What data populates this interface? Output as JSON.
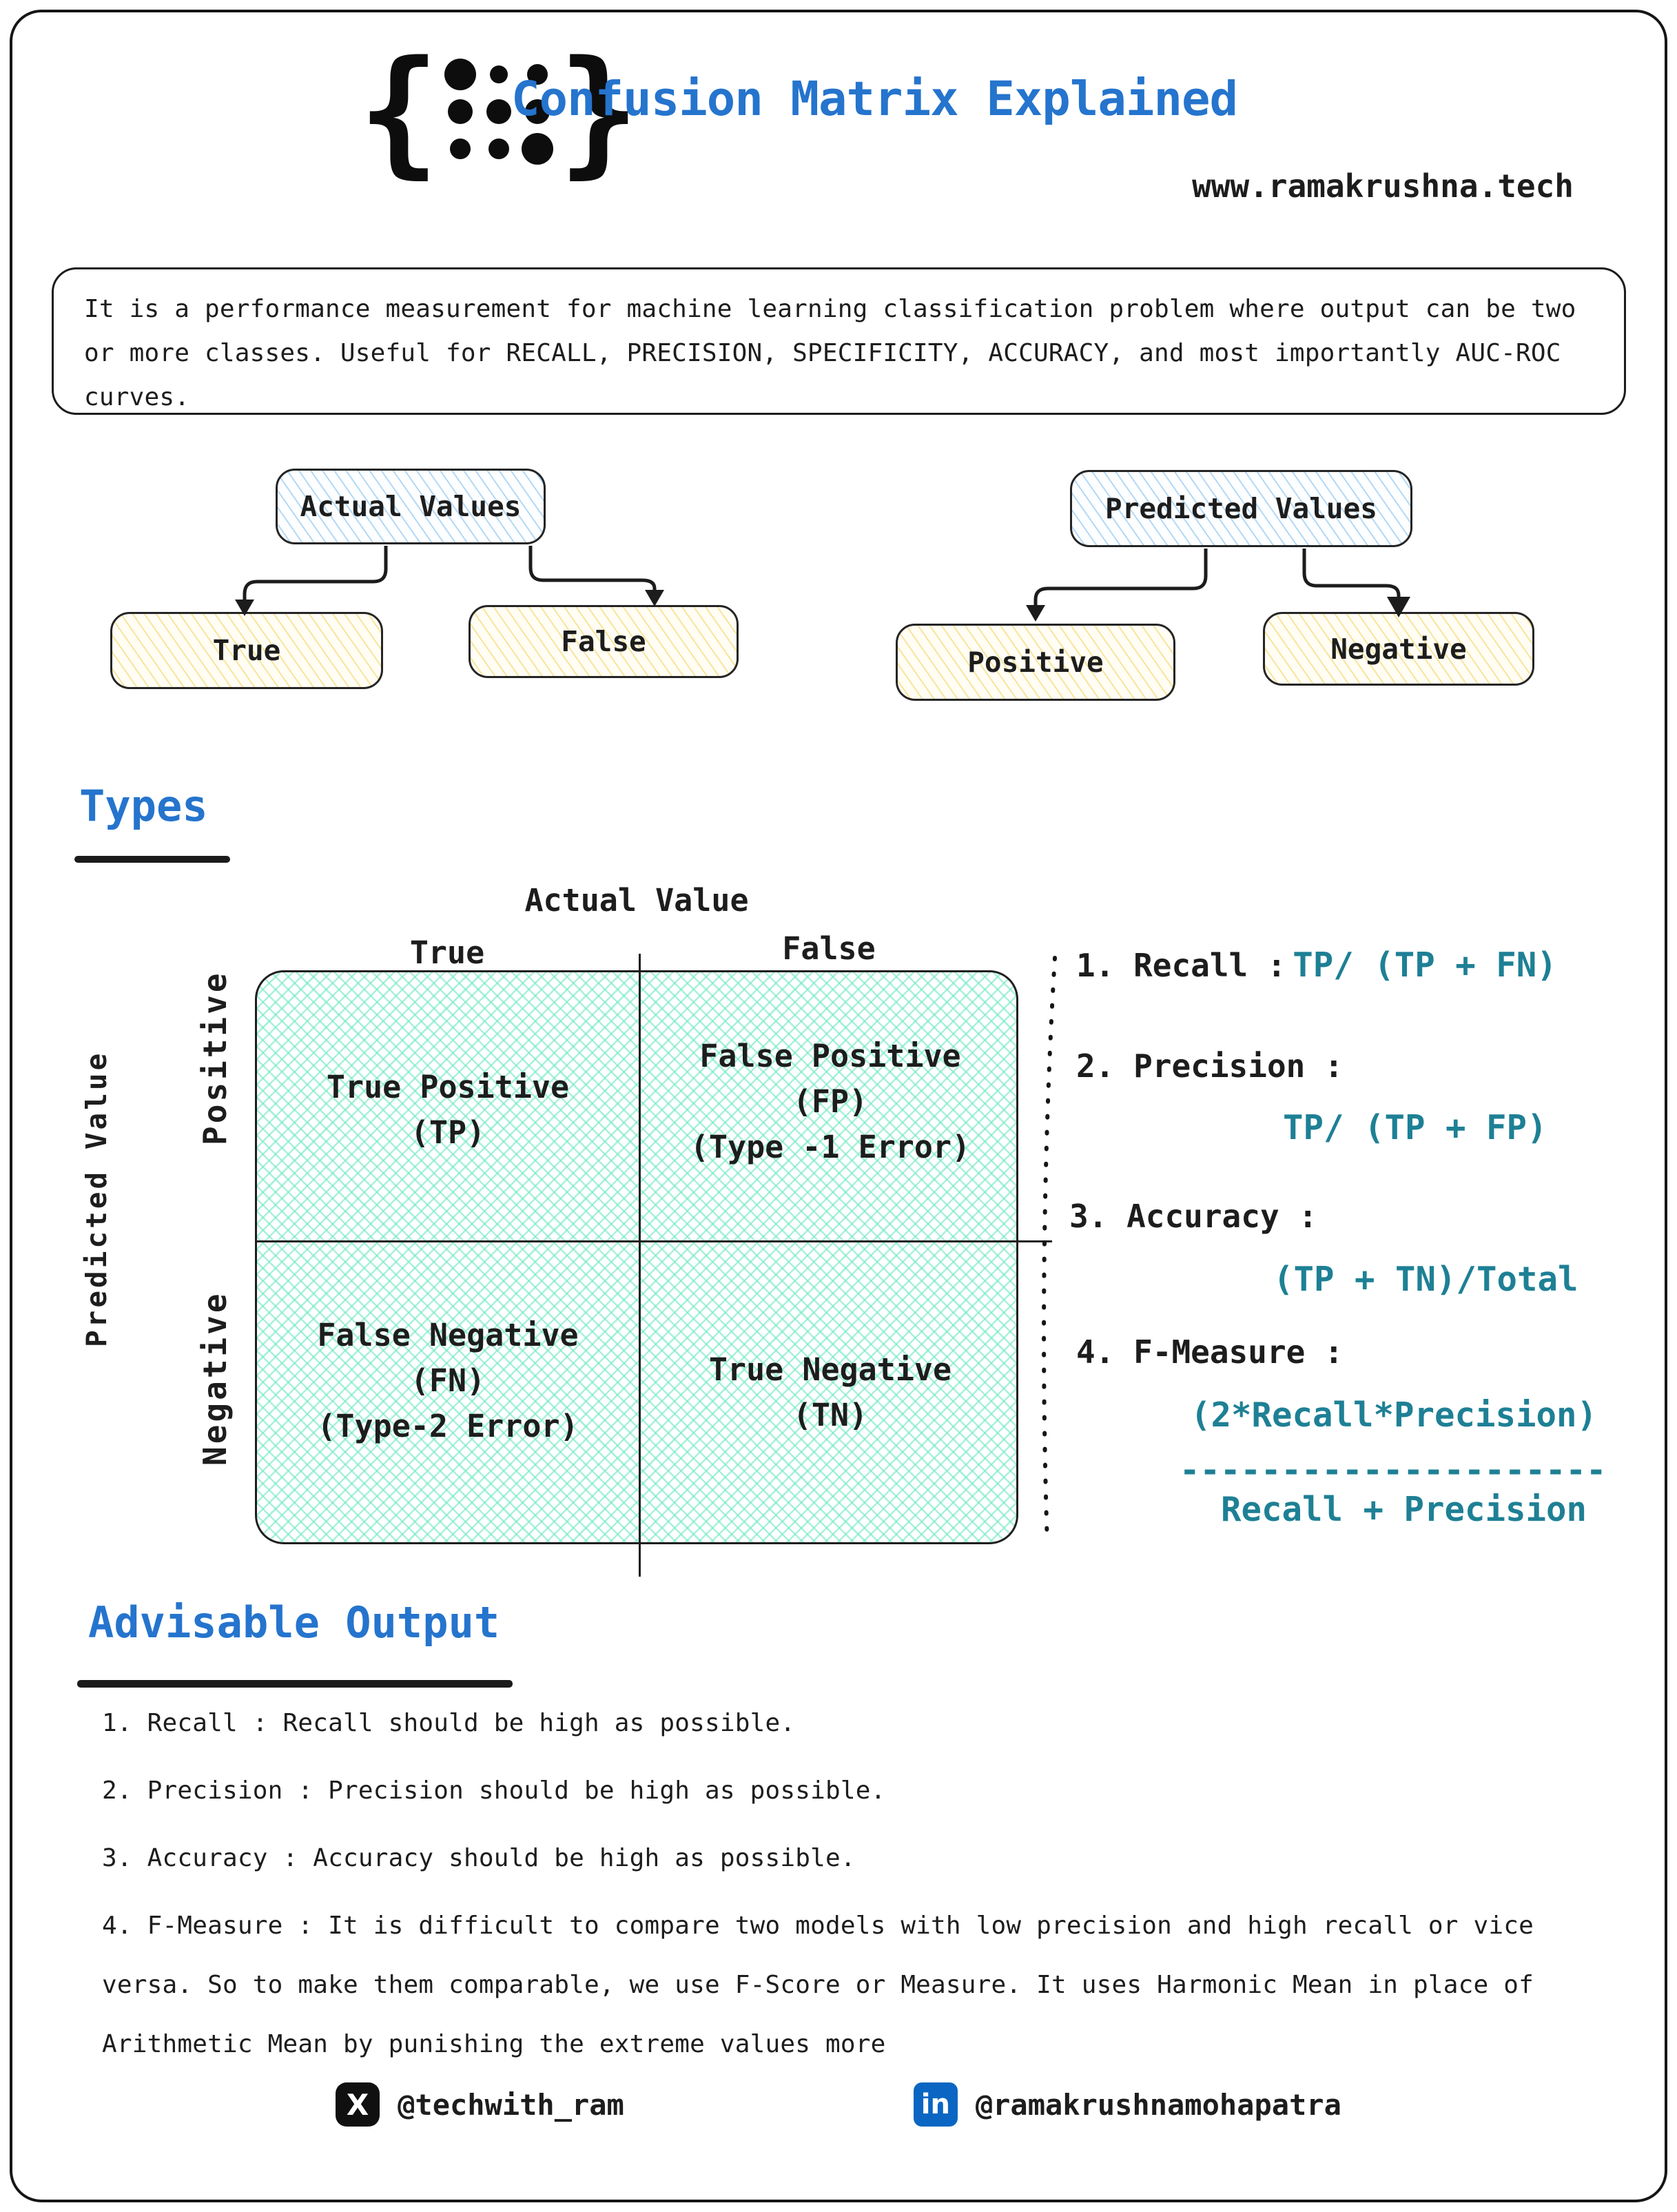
{
  "header": {
    "title": "Confusion Matrix Explained",
    "website": "www.ramakrushna.tech"
  },
  "intro": {
    "text": "It is a performance measurement for machine learning classification problem where output can be two or more classes. Useful for RECALL, PRECISION, SPECIFICITY, ACCURACY, and most importantly AUC-ROC curves."
  },
  "trees": {
    "actual": {
      "root": "Actual Values",
      "children": [
        "True",
        "False"
      ]
    },
    "predicted": {
      "root": "Predicted Values",
      "children": [
        "Positive",
        "Negative"
      ]
    }
  },
  "types": {
    "heading": "Types",
    "matrix": {
      "col_header": "Actual Value",
      "col_labels": [
        "True",
        "False"
      ],
      "row_header": "Predicted Value",
      "row_labels": [
        "Positive",
        "Negative"
      ],
      "cells": {
        "tp": [
          "True Positive",
          "(TP)"
        ],
        "fp": [
          "False Positive",
          "(FP)",
          "(Type -1 Error)"
        ],
        "fn": [
          "False Negative",
          "(FN)",
          "(Type-2 Error)"
        ],
        "tn": [
          "True Negative",
          "(TN)"
        ]
      }
    },
    "formulas": [
      {
        "label": "1. Recall :",
        "formula": "TP/ (TP + FN)"
      },
      {
        "label": "2. Precision :",
        "formula": "TP/ (TP + FP)"
      },
      {
        "label": "3. Accuracy :",
        "formula": "(TP + TN)/Total"
      },
      {
        "label": "4. F-Measure :",
        "numerator": "(2*Recall*Precision)",
        "fraction_bar": "---------------------",
        "denominator": "Recall + Precision"
      }
    ]
  },
  "advisable": {
    "heading": "Advisable Output",
    "items": [
      "1. Recall : Recall should be high as possible.",
      "2. Precision : Precision should be high as possible.",
      "3. Accuracy : Accuracy should be high as possible.",
      "4. F-Measure : It is difficult to compare two models with low precision and high recall or vice versa. So to make them comparable, we use F-Score or Measure. It uses Harmonic Mean in place of Arithmetic Mean by punishing the extreme values more"
    ]
  },
  "footer": {
    "twitter_handle": "@techwith_ram",
    "twitter_icon_glyph": "X",
    "linkedin_handle": "@ramakrushnamohapatra",
    "linkedin_icon_glyph": "in"
  },
  "colors": {
    "accent_blue": "#2574cd",
    "formula_teal": "#1e8095",
    "matrix_mint": "#6ee8c3",
    "hatch_yellow": "#f3d66e",
    "hatch_blue": "#78b9eb",
    "linkedin_blue": "#0a66c2",
    "ink": "#1d1d1d"
  }
}
